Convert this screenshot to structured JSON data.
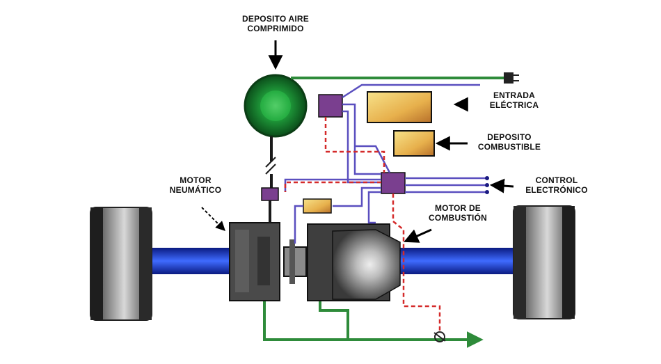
{
  "labels": {
    "air_tank": [
      "DEPOSITO AIRE",
      "COMPRIMIDO"
    ],
    "electric_input": [
      "ENTRADA",
      "ELÉCTRICA"
    ],
    "fuel_tank": [
      "DEPOSITO",
      "COMBUSTIBLE"
    ],
    "control": [
      "CONTROL",
      "ELECTRÓNICO"
    ],
    "pneumatic_motor": [
      "MOTOR",
      "NEUMÁTICO"
    ],
    "combustion_motor": [
      "MOTOR DE",
      "COMBUSTIÓN"
    ]
  },
  "colors": {
    "air_pipe": "#2e8b3a",
    "electric_wire": "#5a4fbf",
    "fuel_line": "#d42a2a",
    "axle": "#1f3fd6",
    "wheel": "#6e6e6e",
    "motor_body": "#4a4a4a",
    "module": "#7a3f8f",
    "tank": "#e8c060"
  }
}
